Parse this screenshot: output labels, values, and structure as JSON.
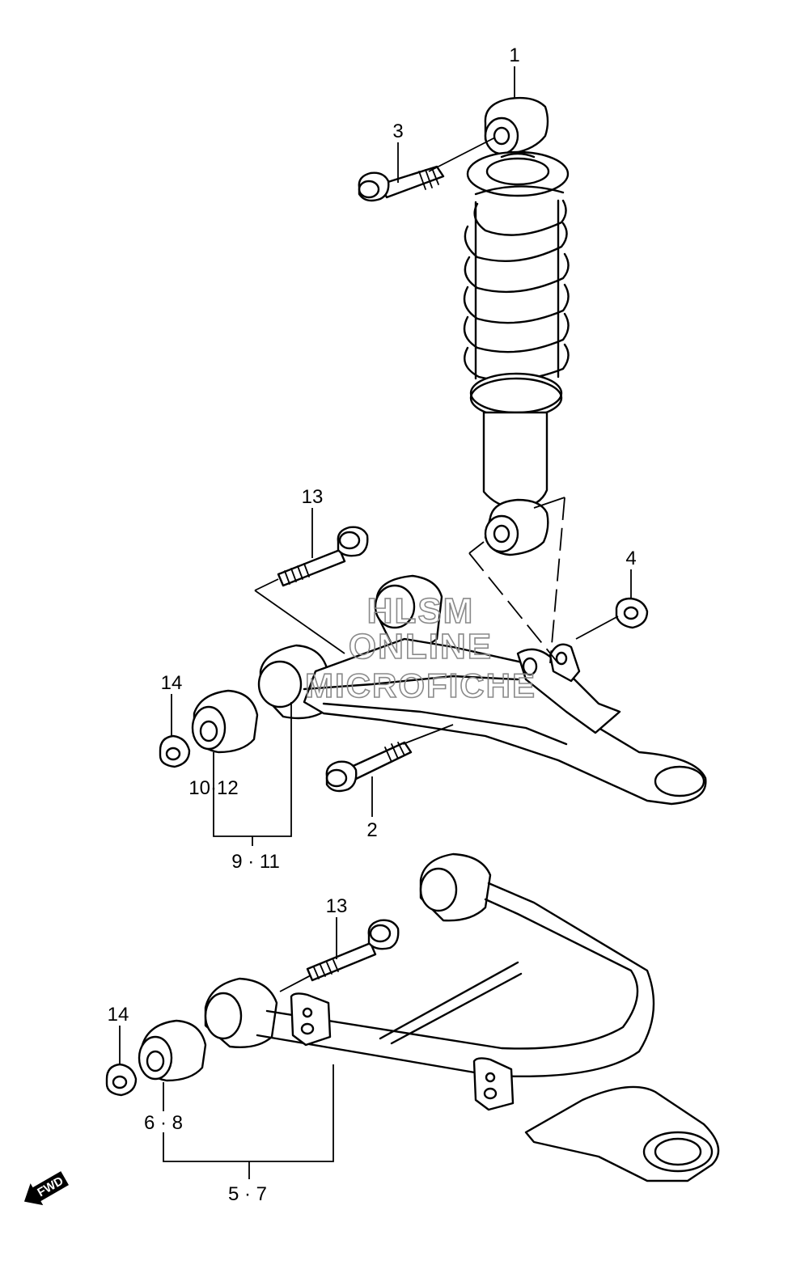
{
  "callouts": {
    "c1": "1",
    "c2": "2",
    "c3": "3",
    "c4": "4",
    "c13a": "13",
    "c13b": "13",
    "c14a": "14",
    "c14b": "14",
    "c1012": "10·12",
    "c911": "9 · 11",
    "c68": "6 · 8",
    "c57": "5 · 7"
  },
  "watermark": {
    "line1": "HLSM",
    "line2": "ONLINE",
    "line3": "MICROFICHE"
  },
  "direction_arrow": {
    "label": "FWD",
    "icon": "fwd-arrow-icon"
  }
}
